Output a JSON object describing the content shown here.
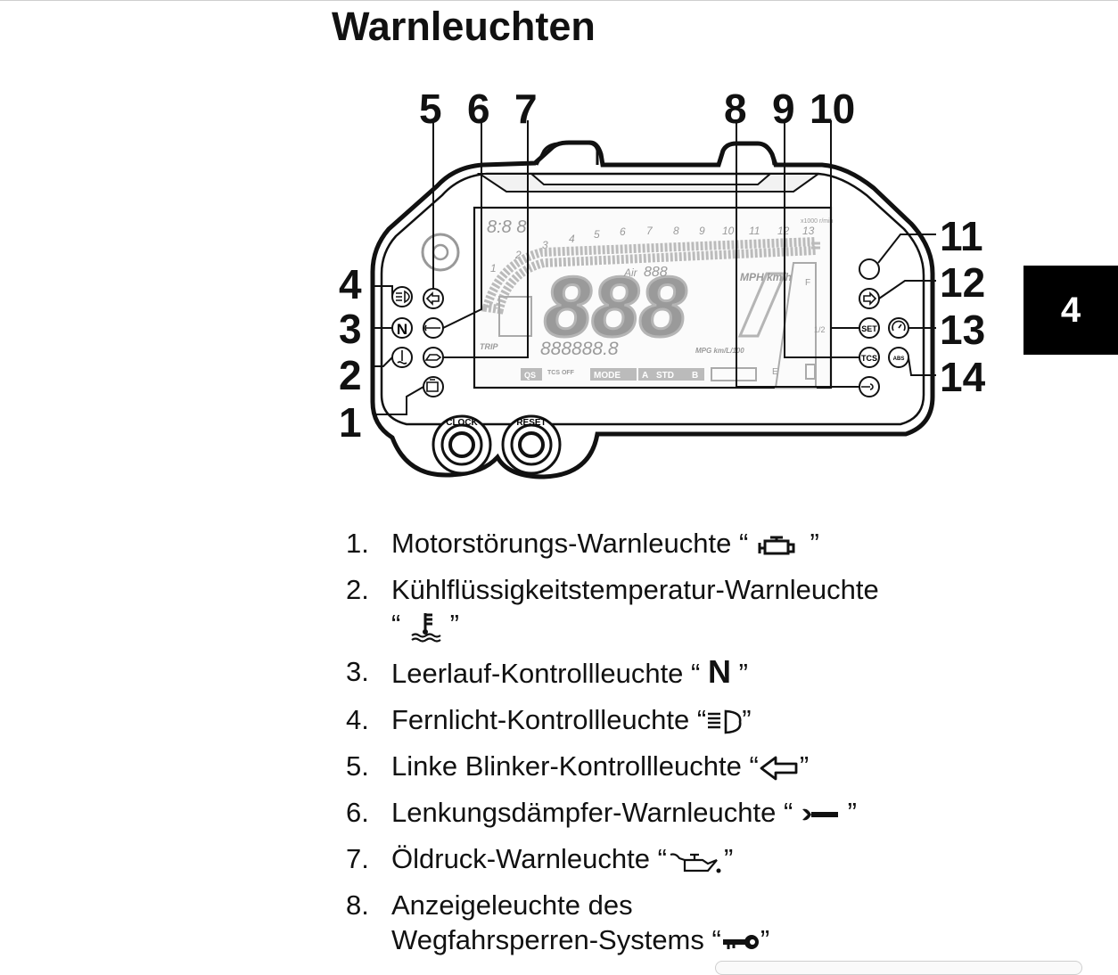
{
  "page": {
    "title": "Warnleuchten",
    "chapter_tab": "4"
  },
  "diagram": {
    "callouts": {
      "c1": "1",
      "c2": "2",
      "c3": "3",
      "c4": "4",
      "c5": "5",
      "c6": "6",
      "c7": "7",
      "c8": "8",
      "c9": "9",
      "c10": "10",
      "c11": "11",
      "c12": "12",
      "c13": "13",
      "c14": "14"
    },
    "lcd": {
      "clock": "8:8 8",
      "speed": "888",
      "air_label": "Air",
      "air_value": "888",
      "speed_units": "MPH km/h",
      "trip": "TRIP",
      "odometer": "888888.8",
      "fuel_units": "MPG km/L/100",
      "rpm_units": "x1000 r/min",
      "tick_1": "1",
      "tick_2": "2",
      "tick_3": "3",
      "tick_4": "4",
      "tick_5": "5",
      "tick_6": "6",
      "tick_7": "7",
      "tick_8": "8",
      "tick_9": "9",
      "tick_10": "10",
      "tick_11": "11",
      "tick_12": "12",
      "tick_13": "13",
      "qs": "QS",
      "tcs_off": "TCS OFF",
      "mode": "MODE",
      "mode_a": "A",
      "mode_std": "STD",
      "mode_b": "B",
      "fuel_f": "F",
      "fuel_half": "1/2",
      "fuel_e": "E",
      "set": "SET",
      "tcs": "TCS",
      "abs": "ABS"
    },
    "buttons": {
      "clock": "CLOCK",
      "reset": "RESET"
    }
  },
  "items": [
    {
      "num": "1.",
      "text": "Motorstörungs-Warnleuchte “",
      "close": "”",
      "icon": "engine-icon"
    },
    {
      "num": "2.",
      "text": "Kühlflüssigkeitstemperatur-Warnleuchte",
      "line2_open": "“",
      "close": "”",
      "icon": "coolant-temperature-icon"
    },
    {
      "num": "3.",
      "text": "Leerlauf-Kontrollleuchte “",
      "symbol": "N",
      "close": "”",
      "icon": "neutral-icon"
    },
    {
      "num": "4.",
      "text": "Fernlicht-Kontrollleuchte “",
      "close": "”",
      "icon": "high-beam-icon"
    },
    {
      "num": "5.",
      "text": "Linke Blinker-Kontrollleuchte “",
      "close": "”",
      "icon": "left-arrow-icon"
    },
    {
      "num": "6.",
      "text": "Lenkungsdämpfer-Warnleuchte “",
      "close": "”",
      "icon": "wrench-icon"
    },
    {
      "num": "7.",
      "text": "Öldruck-Warnleuchte “",
      "close": "”",
      "icon": "oil-can-icon"
    },
    {
      "num": "8.",
      "text": "Anzeigeleuchte des",
      "line2": "Wegfahrsperren-Systems “",
      "close": "”",
      "icon": "key-icon"
    }
  ]
}
